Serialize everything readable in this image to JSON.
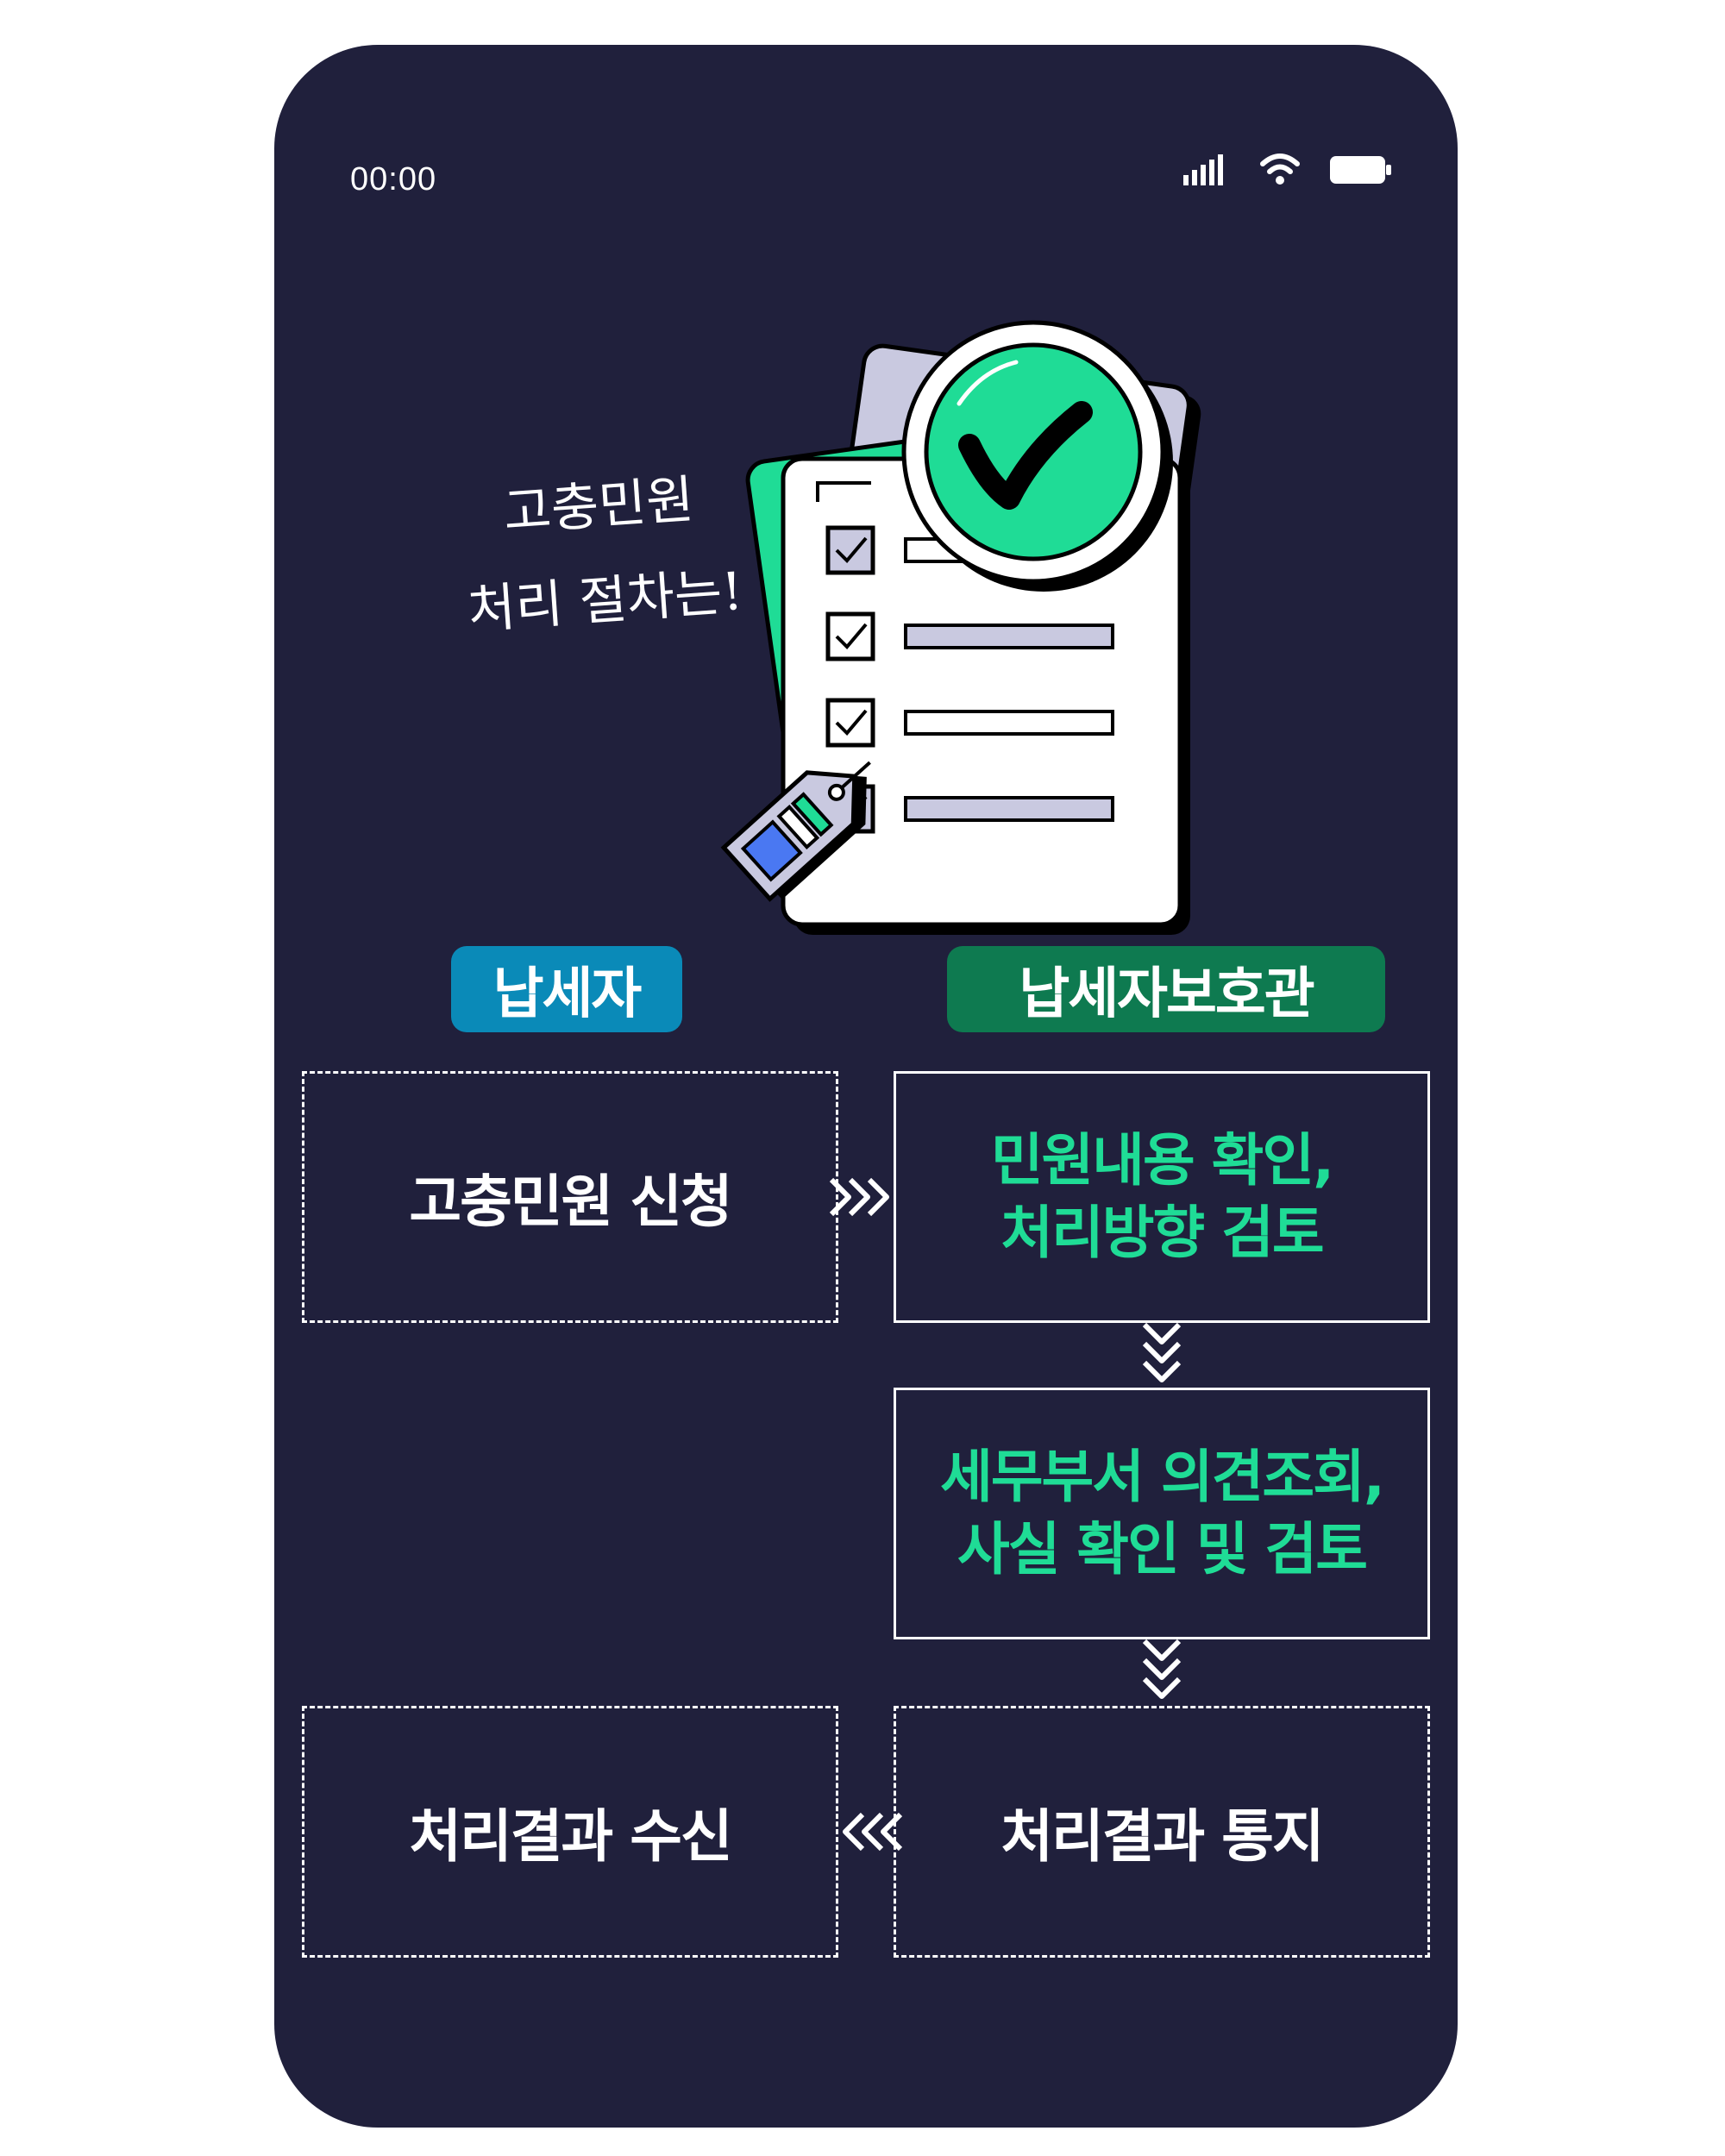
{
  "status_bar": {
    "time": "00:00"
  },
  "headline": {
    "line1": "고충민원",
    "line2": "처리 절차는!"
  },
  "roles": {
    "taxpayer": "납세자",
    "advocate": "납세자보호관"
  },
  "steps": {
    "apply": "고충민원 신청",
    "review_line1": "민원내용 확인,",
    "review_line2": "처리방향 검토",
    "inquiry_line1": "세무부서 의견조회,",
    "inquiry_line2": "사실 확인 및 검토",
    "notify": "처리결과 통지",
    "receive": "처리결과 수신"
  },
  "colors": {
    "background": "#20203c",
    "accent_green": "#1fdc96",
    "taxpayer_badge": "#0a8ab8",
    "advocate_badge": "#0e7a50",
    "document_panel": "#c9c9e0"
  },
  "icons": [
    "signal-icon",
    "wifi-icon",
    "battery-icon",
    "checkmark-icon",
    "checkbox-icon",
    "price-tag-icon",
    "chevron-right-icon",
    "chevron-down-icon",
    "chevron-left-icon"
  ]
}
